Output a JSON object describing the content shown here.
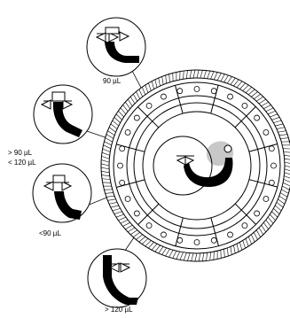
{
  "figure": {
    "callouts": [
      {
        "id": "top",
        "label": "90 µL"
      },
      {
        "id": "upper-left",
        "label_line1": "> 90  µL",
        "label_line2": "< 120  µL"
      },
      {
        "id": "lower-left",
        "label": "<90 µL"
      },
      {
        "id": "bottom",
        "label": "> 120 µL"
      }
    ],
    "disc": {
      "ring_chambers": 28,
      "sample_blob_color": "#c8c8c8",
      "channel_color": "#000000"
    }
  }
}
